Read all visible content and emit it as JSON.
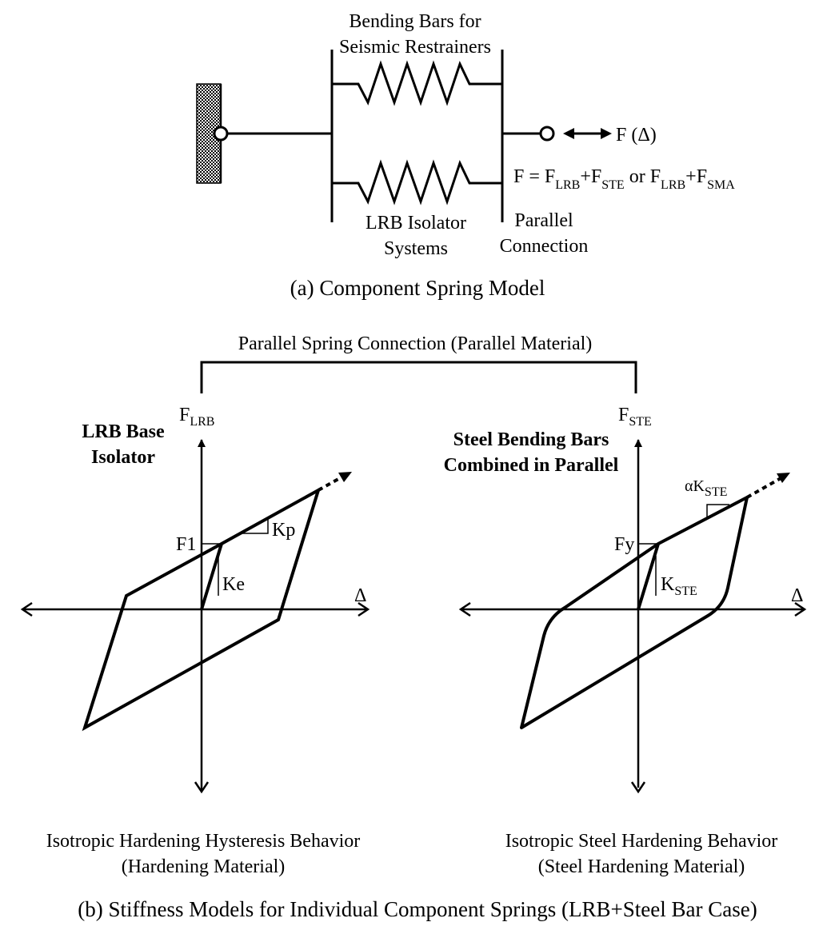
{
  "part_a": {
    "bending_bars_label_1": "Bending Bars for",
    "bending_bars_label_2": "Seismic Restrainers",
    "force_label": "F (Δ)",
    "equation": {
      "f": "F = F",
      "lrb1_sub": "LRB",
      "plus1": "+F",
      "ste_sub": "STE",
      "or": " or F",
      "lrb2_sub": "LRB",
      "plus2": "+F",
      "sma_sub": "SMA"
    },
    "lrb_label_1": "LRB Isolator",
    "lrb_label_2": "Systems",
    "parallel_label_1": "Parallel",
    "parallel_label_2": "Connection",
    "caption": "(a) Component Spring Model"
  },
  "part_b": {
    "bracket_title": "Parallel Spring Connection (Parallel Material)",
    "left": {
      "axis_y": "F",
      "axis_y_sub": "LRB",
      "axis_x": "Δ",
      "title_1": "LRB Base",
      "title_2": "Isolator",
      "f1": "F1",
      "kp": "Kp",
      "ke": "Ke",
      "caption_1": "Isotropic Hardening Hysteresis Behavior",
      "caption_2": "(Hardening Material)"
    },
    "right": {
      "axis_y": "F",
      "axis_y_sub": "STE",
      "axis_x": "Δ",
      "title_1": "Steel Bending Bars",
      "title_2": "Combined in Parallel",
      "fy": "Fy",
      "alpha_k": "αK",
      "alpha_k_sub": "STE",
      "k": "K",
      "k_sub": "STE",
      "caption_1": "Isotropic Steel Hardening Behavior",
      "caption_2": "(Steel Hardening Material)"
    },
    "caption": "(b) Stiffness Models for Individual Component Springs (LRB+Steel Bar Case)"
  }
}
